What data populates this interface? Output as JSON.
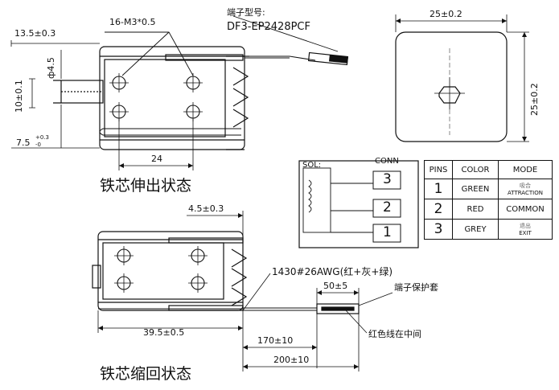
{
  "extended": {
    "thread_callout": "16-M3*0.5",
    "dim_left_top": "13.5±0.3",
    "dim_diameter": "ф4.5",
    "dim_stroke": "10±0.1",
    "dim_bottom_left": "7.5",
    "dim_bottom_left_tol_upper": "+0.3",
    "dim_bottom_left_tol_lower": "-0",
    "dim_hole_spacing": "24",
    "caption": "铁芯伸出状态"
  },
  "connector": {
    "label": "端子型号:",
    "model": "DF3-EP2428PCF"
  },
  "end_view": {
    "width_dim": "25±0.2",
    "height_dim": "25±0.2"
  },
  "schematic": {
    "sol_label": "SOL:",
    "conn_label": "CONN",
    "pins": [
      "3",
      "2",
      "1"
    ]
  },
  "pin_table": {
    "headers": [
      "PINS",
      "COLOR",
      "MODE"
    ],
    "rows": [
      {
        "pin": "1",
        "color": "GREEN",
        "mode_cn": "吸合",
        "mode": "ATTRACTION"
      },
      {
        "pin": "2",
        "color": "RED",
        "mode_cn": "",
        "mode": "COMMON"
      },
      {
        "pin": "3",
        "color": "GREY",
        "mode_cn": "退出",
        "mode": "EXIT"
      }
    ]
  },
  "retracted": {
    "dim_top": "4.5±0.3",
    "wire_spec": "1430#26AWG(红+灰+绿)",
    "sleeve_len": "50±5",
    "sleeve_label": "端子保护套",
    "red_wire_note": "红色线在中间",
    "dim_body": "39.5±0.5",
    "dim_170": "170±10",
    "dim_200": "200±10",
    "caption": "铁芯缩回状态"
  }
}
